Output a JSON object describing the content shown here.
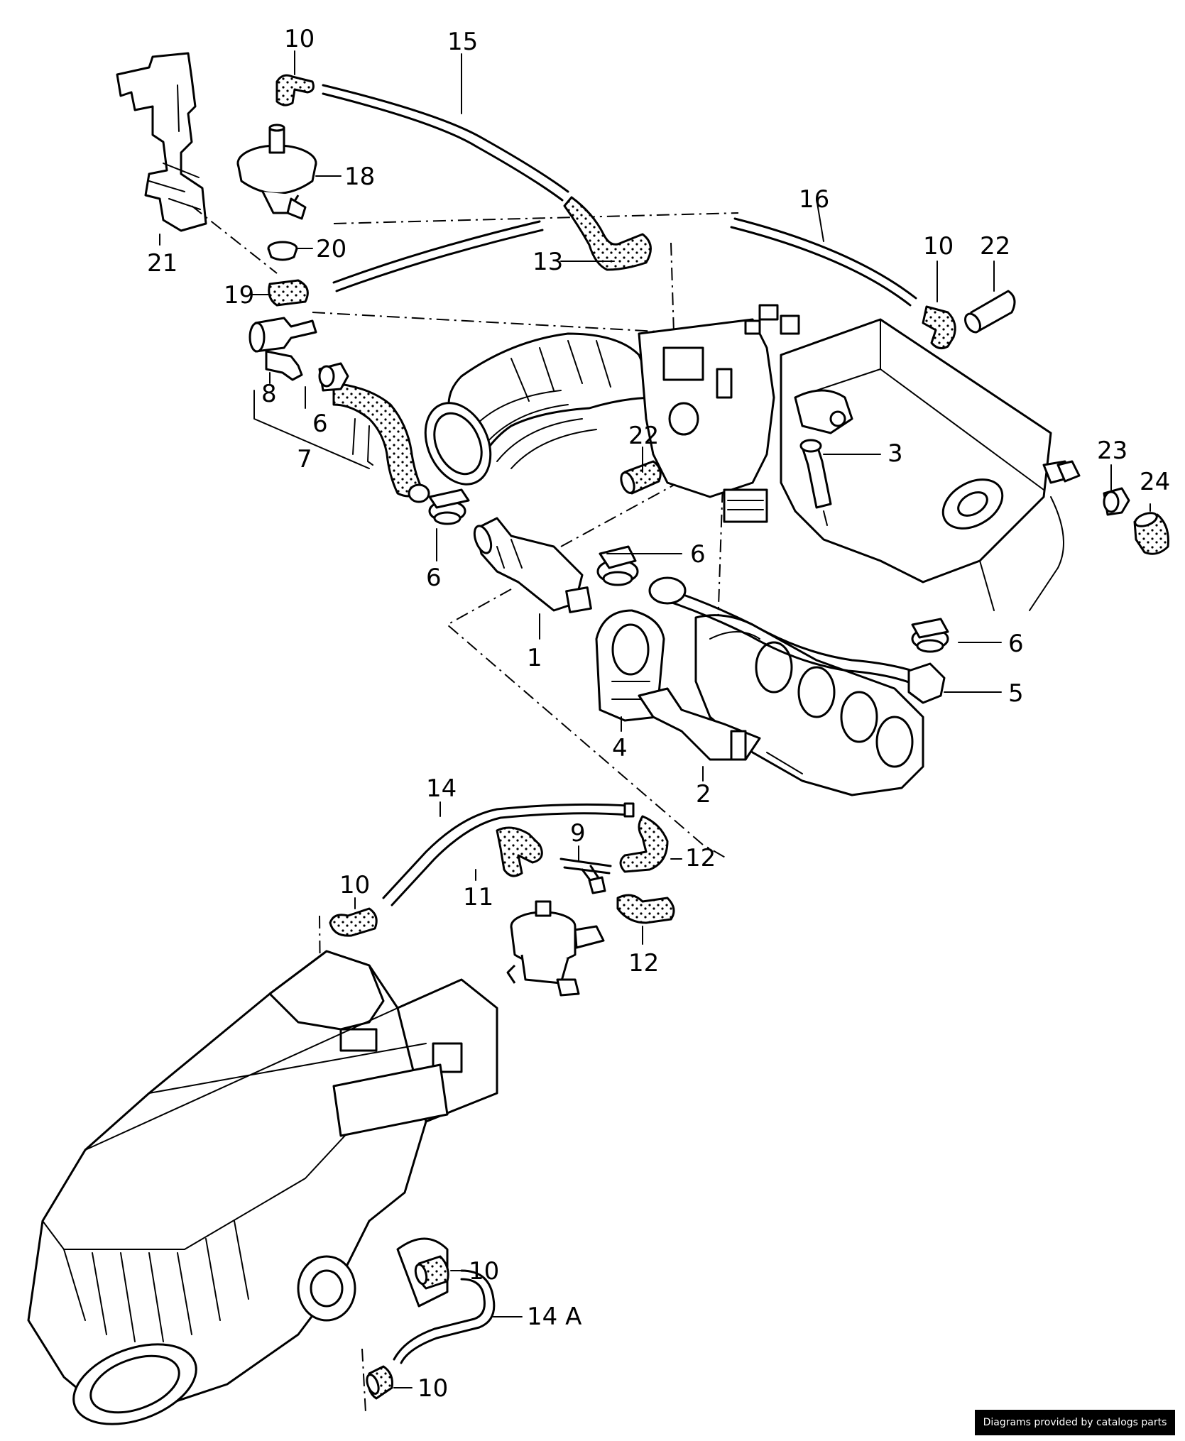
{
  "callouts": {
    "n1": "1",
    "n2": "2",
    "n3": "3",
    "n4": "4",
    "n5": "5",
    "n6a": "6",
    "n6b": "6",
    "n6c": "6",
    "n6d": "6",
    "n7": "7",
    "n8": "8",
    "n9": "9",
    "n10a": "10",
    "n10b": "10",
    "n10c": "10",
    "n10d": "10",
    "n10e": "10",
    "n11": "11",
    "n12a": "12",
    "n12b": "12",
    "n13": "13",
    "n14": "14",
    "n14a": "14 A",
    "n15": "15",
    "n16": "16",
    "n18": "18",
    "n19": "19",
    "n20": "20",
    "n21": "21",
    "n22a": "22",
    "n22b": "22",
    "n23": "23",
    "n24": "24"
  },
  "credit": "Diagrams provided by catalogs parts"
}
